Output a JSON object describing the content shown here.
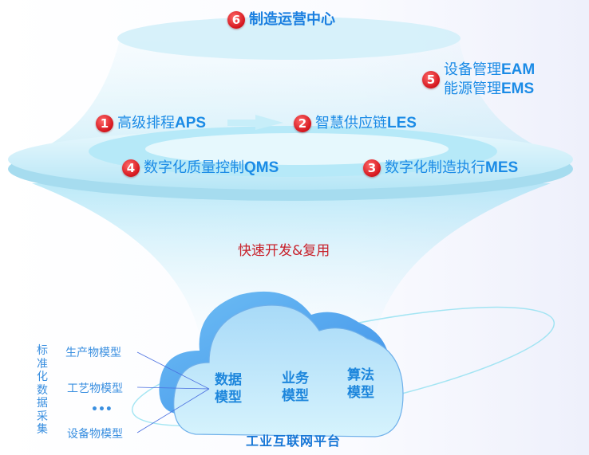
{
  "center": {
    "number": "6",
    "label": "制造运营中心"
  },
  "modules": [
    {
      "number": "1",
      "cn": "高级排程",
      "en": "APS"
    },
    {
      "number": "2",
      "cn": "智慧供应链",
      "en": "LES"
    },
    {
      "number": "3",
      "cn": "数字化制造执行",
      "en": "MES"
    },
    {
      "number": "4",
      "cn": "数字化质量控制",
      "en": "QMS"
    },
    {
      "number": "5",
      "lines": [
        {
          "cn": "设备管理",
          "en": "EAM"
        },
        {
          "cn": "能源管理",
          "en": "EMS"
        }
      ]
    }
  ],
  "reuse_label": "快速开发&复用",
  "cloud": {
    "models": [
      "数据模型",
      "业务模型",
      "算法模型"
    ],
    "platform": "工业互联网平台"
  },
  "collection": {
    "title": "标准化数据采集",
    "items": [
      "生产物模型",
      "工艺物模型",
      "•••",
      "设备物模型"
    ]
  },
  "colors": {
    "accent": "#1b8be6",
    "badge": "#d4141c",
    "reuse": "#c8202a"
  }
}
